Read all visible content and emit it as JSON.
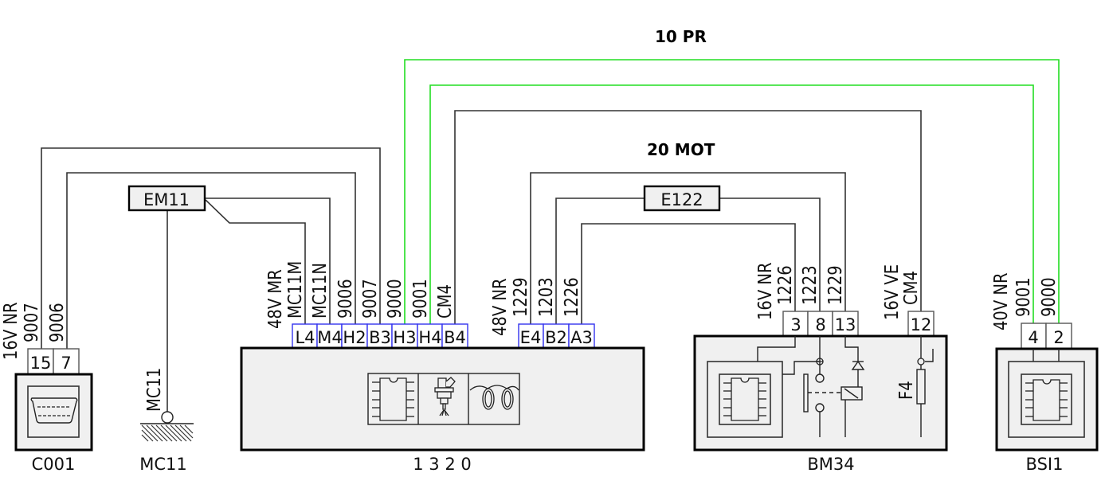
{
  "harness_titles": {
    "pr": "10 PR",
    "mot": "20 MOT"
  },
  "colors": {
    "green_wire": "#22dd22",
    "wire": "#333333",
    "pin_box_blue": "#3333ee",
    "module_fill": "#f0f0f0"
  },
  "c001": {
    "name": "C001",
    "cable_label": "16V NR",
    "pins": [
      {
        "pin": "15",
        "wire": "9007"
      },
      {
        "pin": "7",
        "wire": "9006"
      }
    ]
  },
  "mc11": {
    "name": "MC11",
    "wire_label": "MC11"
  },
  "em11": {
    "name": "EM11"
  },
  "e122": {
    "name": "E122"
  },
  "m1320": {
    "name": "1 3 2 0",
    "connector_left_label": "48V MR",
    "connector_left_pins": [
      {
        "pin": "L4",
        "wire": "MC11M"
      },
      {
        "pin": "M4",
        "wire": "MC11N"
      },
      {
        "pin": "H2",
        "wire": "9006"
      },
      {
        "pin": "B3",
        "wire": "9007"
      },
      {
        "pin": "H3",
        "wire": "9000"
      },
      {
        "pin": "H4",
        "wire": "9001"
      },
      {
        "pin": "B4",
        "wire": "CM4"
      }
    ],
    "connector_right_label": "48V NR",
    "connector_right_pins": [
      {
        "pin": "E4",
        "wire": "1229"
      },
      {
        "pin": "B2",
        "wire": "1203"
      },
      {
        "pin": "A3",
        "wire": "1226"
      }
    ],
    "icons": [
      "ecu-chip-icon",
      "injector-icon",
      "coil-icon"
    ]
  },
  "bm34": {
    "name": "BM34",
    "connector_a_label": "16V NR",
    "connector_a_pins": [
      {
        "pin": "3",
        "wire": "1226"
      },
      {
        "pin": "8",
        "wire": "1223"
      },
      {
        "pin": "13",
        "wire": "1229"
      }
    ],
    "connector_b_label": "16V VE",
    "connector_b_pins": [
      {
        "pin": "12",
        "wire": "CM4"
      }
    ],
    "fuse_label": "F4"
  },
  "bsi1": {
    "name": "BSI1",
    "cable_label": "40V NR",
    "pins": [
      {
        "pin": "4",
        "wire": "9001"
      },
      {
        "pin": "2",
        "wire": "9000"
      }
    ]
  }
}
